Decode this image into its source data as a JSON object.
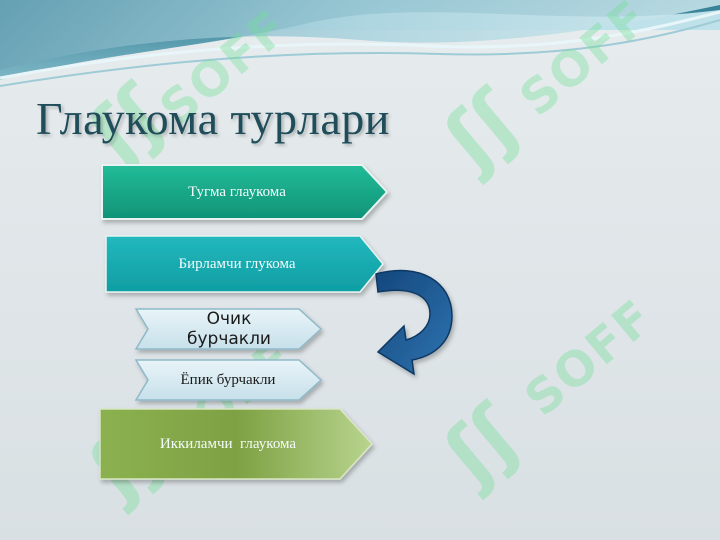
{
  "slide": {
    "title": "Глаукома турлари",
    "watermark_text": "SOFF",
    "items": [
      {
        "label": "Тугма глаукома"
      },
      {
        "label": "Бирламчи глукома"
      },
      {
        "label": "Очик бурчакли"
      },
      {
        "label": "Ёпик бурчакли"
      },
      {
        "label": "Иккиламчи  глаукома"
      }
    ]
  },
  "colors": {
    "title": "#1f4d5a",
    "congenital": "#19a889",
    "primary": "#17a9ad",
    "open_closed": "#d4e9f1",
    "secondary": "#7ea143",
    "curved_arrow": "#1f5c95",
    "watermark": "#70e096"
  },
  "icons": [
    "curved-arrow-icon",
    "soff-watermark"
  ]
}
